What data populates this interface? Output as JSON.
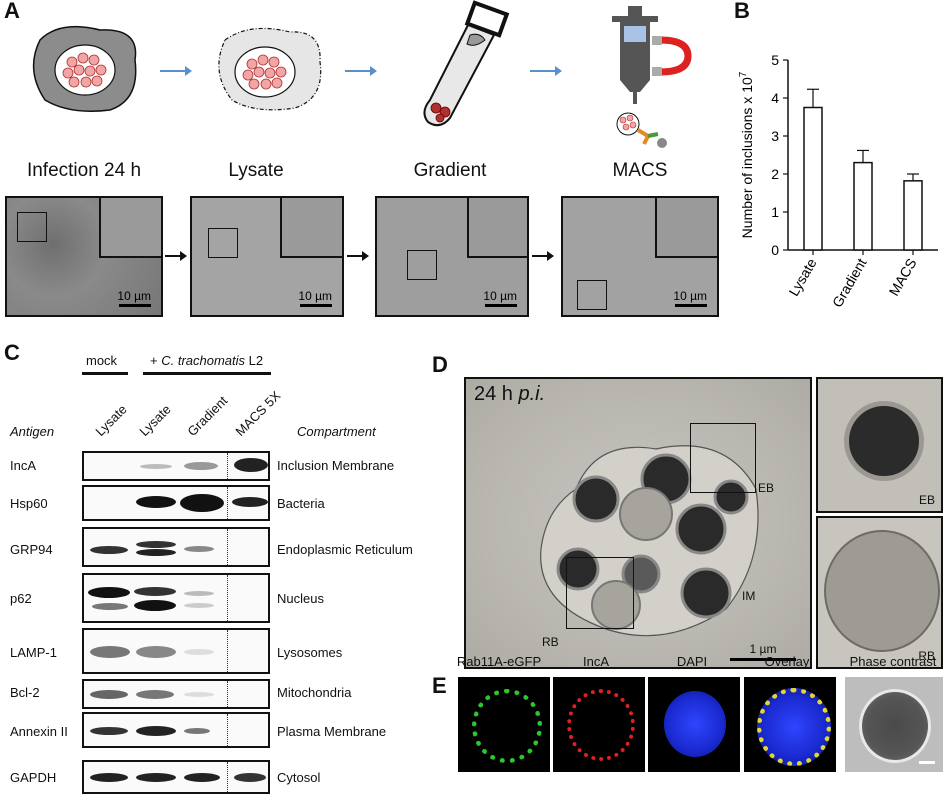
{
  "panelA": {
    "letter": "A",
    "stages": [
      "Infection 24 h",
      "Lysate",
      "Gradient",
      "MACS"
    ],
    "scalebar": "10 µm"
  },
  "panelB": {
    "letter": "B"
  },
  "chart_data": {
    "type": "bar",
    "categories": [
      "Lysate",
      "Gradient",
      "MACS"
    ],
    "values": [
      3.75,
      2.3,
      1.82
    ],
    "errors": [
      0.48,
      0.32,
      0.18
    ],
    "ylabel": "Number of inclusions x 10",
    "ylabel_exponent": "7",
    "ylim": [
      0,
      5
    ],
    "yticks": [
      "0",
      "1",
      "2",
      "3",
      "4",
      "5"
    ],
    "bar_fill": "#ffffff",
    "bar_stroke": "#111111"
  },
  "panelC": {
    "letter": "C",
    "group_mock": "mock",
    "group_infected_prefix": "+ ",
    "group_infected_species": "C. trachomatis",
    "group_infected_suffix": " L2",
    "antigen_header": "Antigen",
    "compartment_header": "Compartment",
    "columns": [
      "Lysate",
      "Lysate",
      "Gradient",
      "MACS 5X"
    ],
    "rows": [
      {
        "antigen": "IncA",
        "compartment": "Inclusion Membrane"
      },
      {
        "antigen": "Hsp60",
        "compartment": "Bacteria"
      },
      {
        "antigen": "GRP94",
        "compartment": "Endoplasmic Reticulum"
      },
      {
        "antigen": "p62",
        "compartment": "Nucleus"
      },
      {
        "antigen": "LAMP-1",
        "compartment": "Lysosomes"
      },
      {
        "antigen": "Bcl-2",
        "compartment": "Mitochondria"
      },
      {
        "antigen": "Annexin II",
        "compartment": "Plasma Membrane"
      },
      {
        "antigen": "GAPDH",
        "compartment": "Cytosol"
      }
    ]
  },
  "panelD": {
    "letter": "D",
    "time_label": "24 h",
    "time_italic": "p.i.",
    "labels": {
      "eb": "EB",
      "rb": "RB",
      "im": "IM"
    },
    "scalebar": "1 µm"
  },
  "panelE": {
    "letter": "E",
    "channels": [
      "Rab11A-eGFP",
      "IncA",
      "DAPI",
      "Overlay",
      "Phase contrast"
    ]
  }
}
